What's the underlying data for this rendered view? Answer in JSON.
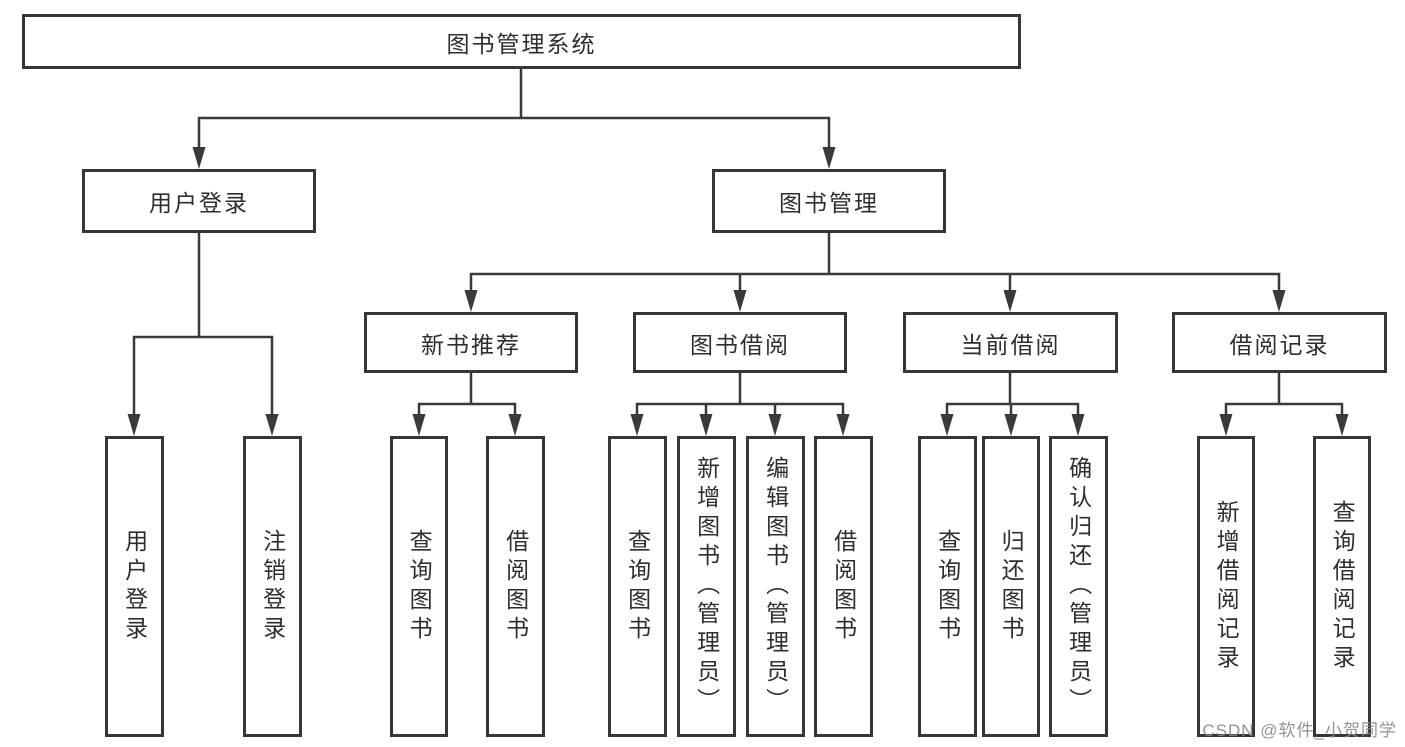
{
  "diagram": {
    "root": {
      "label": "图书管理系统"
    },
    "branches": [
      {
        "label": "用户登录",
        "children": [
          {
            "label": "用户登录"
          },
          {
            "label": "注销登录"
          }
        ]
      },
      {
        "label": "图书管理",
        "children": [
          {
            "label": "新书推荐",
            "children": [
              {
                "label": "查询图书"
              },
              {
                "label": "借阅图书"
              }
            ]
          },
          {
            "label": "图书借阅",
            "children": [
              {
                "label": "查询图书"
              },
              {
                "label": "新增图书（管理员）"
              },
              {
                "label": "编辑图书（管理员）"
              },
              {
                "label": "借阅图书"
              }
            ]
          },
          {
            "label": "当前借阅",
            "children": [
              {
                "label": "查询图书"
              },
              {
                "label": "归还图书"
              },
              {
                "label": "确认归还（管理员）"
              }
            ]
          },
          {
            "label": "借阅记录",
            "children": [
              {
                "label": "新增借阅记录"
              },
              {
                "label": "查询借阅记录"
              }
            ]
          }
        ]
      }
    ]
  },
  "watermark": {
    "text": "CSDN @软件_小贺同学"
  },
  "colors": {
    "box_border": "#363636",
    "line": "#3a3a3a",
    "text": "#2e2e2e",
    "background": "#ffffff",
    "watermark": "#8a8a8a"
  }
}
